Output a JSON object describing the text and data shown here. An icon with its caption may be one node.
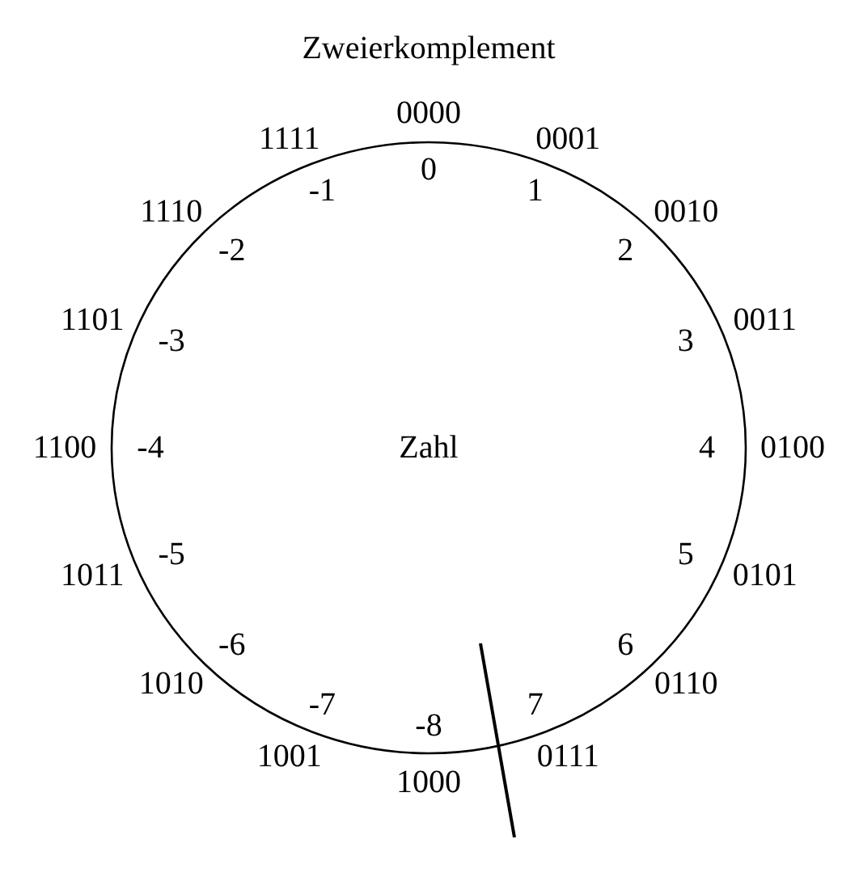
{
  "diagram": {
    "title": "Zweierkomplement",
    "nodes": [
      {
        "text": [
          "Zahl"
        ]
      }
    ],
    "labels": [
      "0000",
      "0",
      "0001",
      "1",
      "0010",
      "2",
      "0011",
      "3",
      "0100",
      "4",
      "0101",
      "5",
      "0110",
      "6",
      "0111",
      "7",
      "1000",
      "-8",
      "1001",
      "-7",
      "1010",
      "-6",
      "1011",
      "-5",
      "1100",
      "-4",
      "1101",
      "-3",
      "1110",
      "-2",
      "1111",
      "-1"
    ]
  }
}
